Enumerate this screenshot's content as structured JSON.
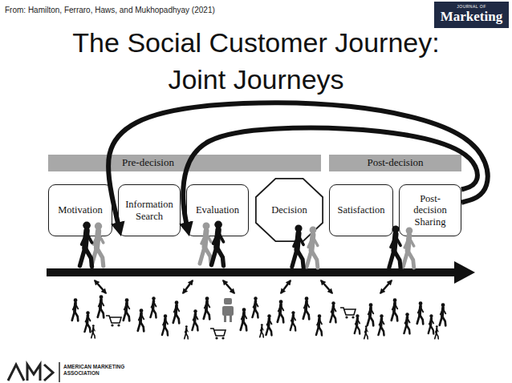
{
  "diagram": {
    "title": "The Social Customer Journey: Joint Journeys",
    "nodes": [
      {
        "text": [
          "Pre-decision"
        ]
      },
      {
        "text": [
          "Post-decision"
        ]
      },
      {
        "text": [
          "Motivation"
        ]
      },
      {
        "text": [
          "Information Search"
        ]
      },
      {
        "text": [
          "Evaluation"
        ]
      },
      {
        "text": [
          "Decision"
        ]
      },
      {
        "text": [
          "Satisfaction"
        ]
      },
      {
        "text": [
          "Post-decision Sharing"
        ]
      }
    ],
    "edges": [
      {
        "from": 7,
        "to": 3,
        "arrow": "to"
      },
      {
        "from": 7,
        "to": 4,
        "arrow": "to"
      }
    ],
    "labels": [
      "From: Hamilton, Ferraro, Haws, and Mukhopadhyay (2021)",
      "JOURNAL OF",
      "Marketing",
      "AMERICAN MARKETING ASSOCIATION"
    ]
  }
}
